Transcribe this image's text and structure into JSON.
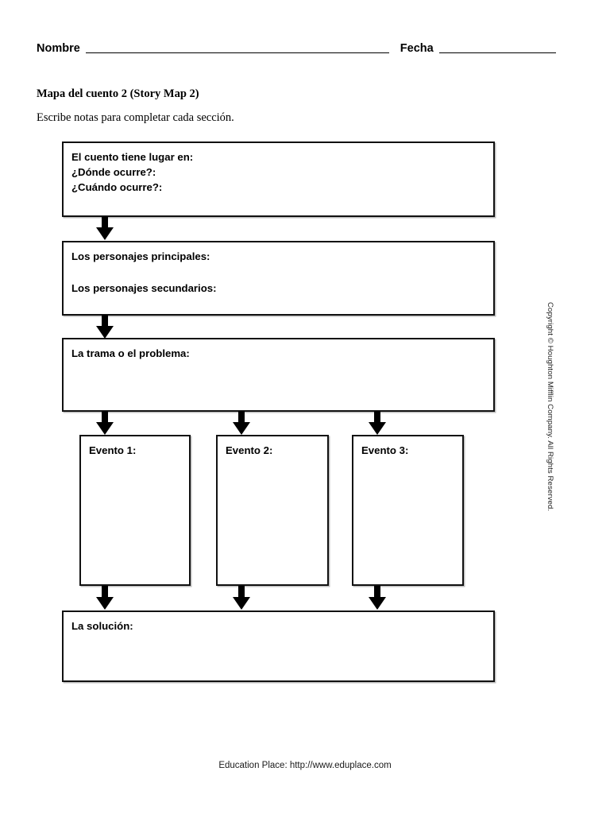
{
  "header": {
    "name_label": "Nombre",
    "date_label": "Fecha"
  },
  "document": {
    "title": "Mapa del cuento 2 (Story Map 2)",
    "instruction": "Escribe notas para completar cada sección."
  },
  "story_map": {
    "setting": {
      "lines": [
        "El cuento tiene lugar en:",
        "¿Dónde ocurre?:",
        "¿Cuándo ocurre?:"
      ]
    },
    "characters": {
      "lines": [
        "Los personajes principales:",
        "Los personajes secundarios:"
      ]
    },
    "plot": {
      "label": "La trama o el problema:"
    },
    "events": [
      {
        "label": "Evento 1:"
      },
      {
        "label": "Evento 2:"
      },
      {
        "label": "Evento 3:"
      }
    ],
    "solution": {
      "label": "La solución:"
    }
  },
  "copyright": "Copyright © Houghton Mifflin Company. All Rights Reserved.",
  "footer": {
    "text": "Education Place: http://www.eduplace.com"
  },
  "colors": {
    "ink": "#000000",
    "paper": "#ffffff",
    "box_border": "#111111"
  }
}
